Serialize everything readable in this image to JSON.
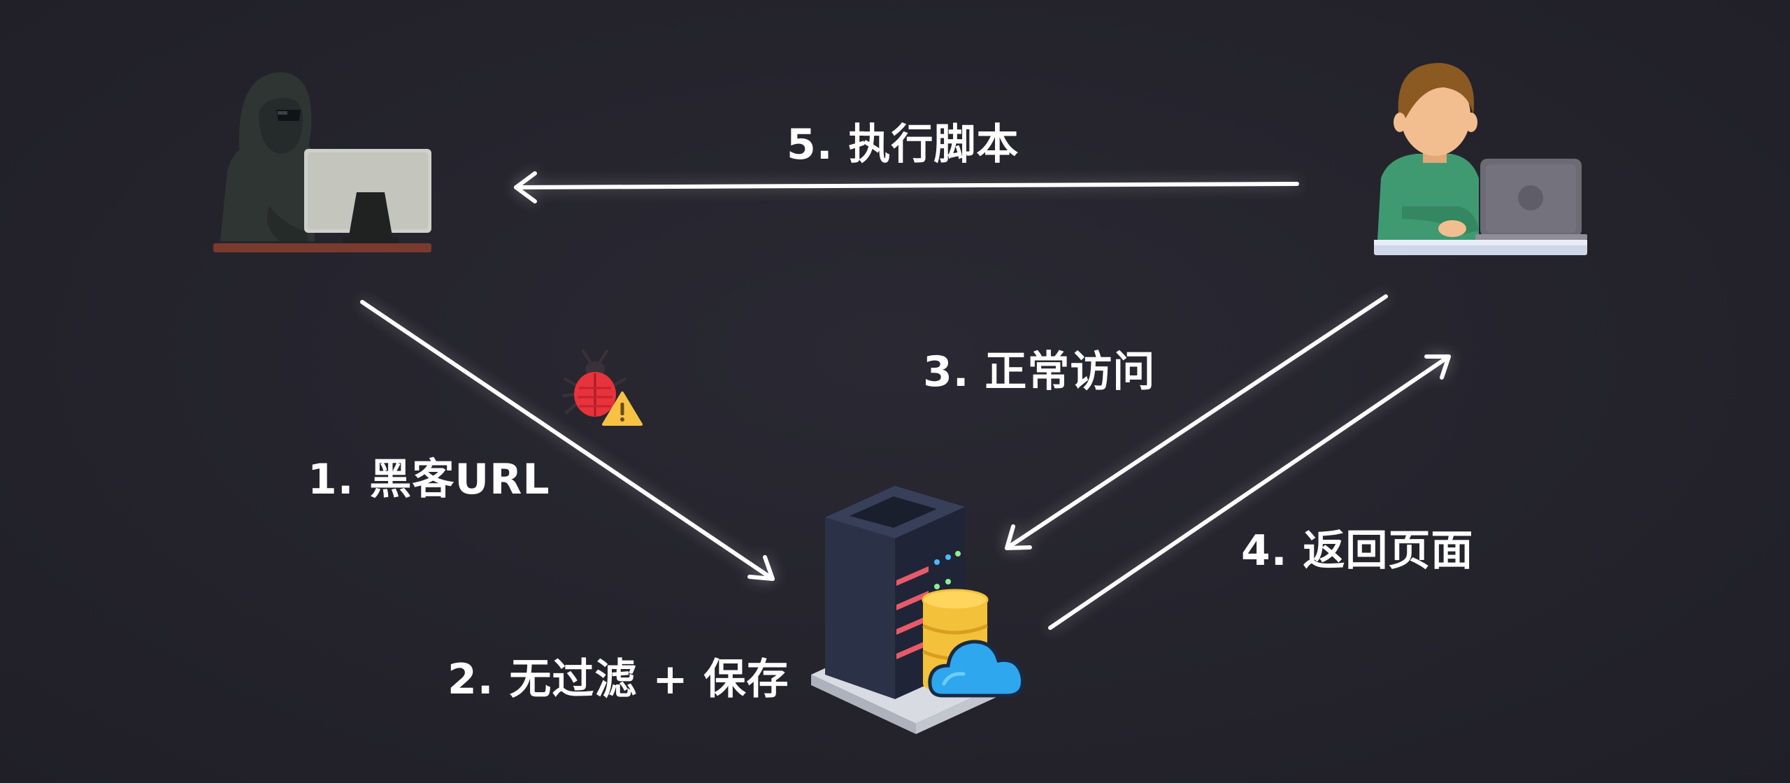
{
  "labels": {
    "step1": "1. 黑客URL",
    "step2": "2. 无过滤 + 保存",
    "step3": "3. 正常访问",
    "step4": "4. 返回页面",
    "step5": "5. 执行脚本"
  },
  "colors": {
    "background": "#24232c",
    "arrow": "#ffffff",
    "hacker_hoodie": "#2f3533",
    "monitor": "#cfd0c9",
    "desk": "#7a3a2e",
    "user_shirt": "#3f9a72",
    "user_hair": "#8a5a22",
    "user_skin": "#f2be8f",
    "laptop": "#6c6b75",
    "server_body": "#2b3247",
    "server_led": "#e85a6a",
    "database": "#f4c13a",
    "cloud": "#2ea7ee",
    "bug": "#e8323c",
    "warning": "#f7c244"
  },
  "icons": {
    "hacker": "hacker-icon",
    "user": "user-icon",
    "server": "server-icon",
    "bug": "bug-warning-icon",
    "database": "database-icon",
    "cloud": "cloud-icon"
  }
}
